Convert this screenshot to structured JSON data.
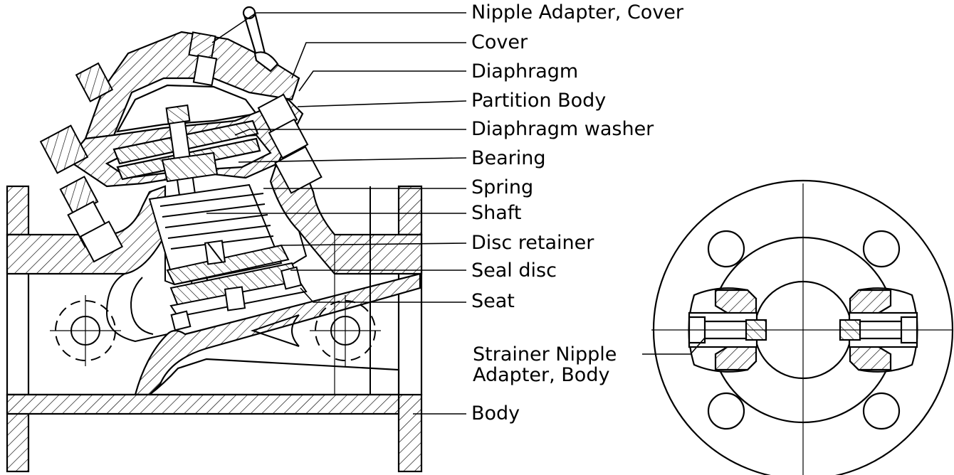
{
  "callouts": [
    {
      "key": "nipple_adapter_cover",
      "text": "Nipple Adapter, Cover"
    },
    {
      "key": "cover",
      "text": "Cover"
    },
    {
      "key": "diaphragm",
      "text": "Diaphragm"
    },
    {
      "key": "partition_body",
      "text": "Partition Body"
    },
    {
      "key": "diaphragm_washer",
      "text": "Diaphragm washer"
    },
    {
      "key": "bearing",
      "text": "Bearing"
    },
    {
      "key": "spring",
      "text": "Spring"
    },
    {
      "key": "shaft",
      "text": "Shaft"
    },
    {
      "key": "disc_retainer",
      "text": "Disc retainer"
    },
    {
      "key": "seal_disc",
      "text": "Seal disc"
    },
    {
      "key": "seat",
      "text": "Seat"
    },
    {
      "key": "body",
      "text": "Body"
    }
  ],
  "strainer_callout": {
    "line1": "Strainer Nipple",
    "line2": "Adapter, Body"
  },
  "colors": {
    "ink": "#000000",
    "paper": "#ffffff"
  }
}
